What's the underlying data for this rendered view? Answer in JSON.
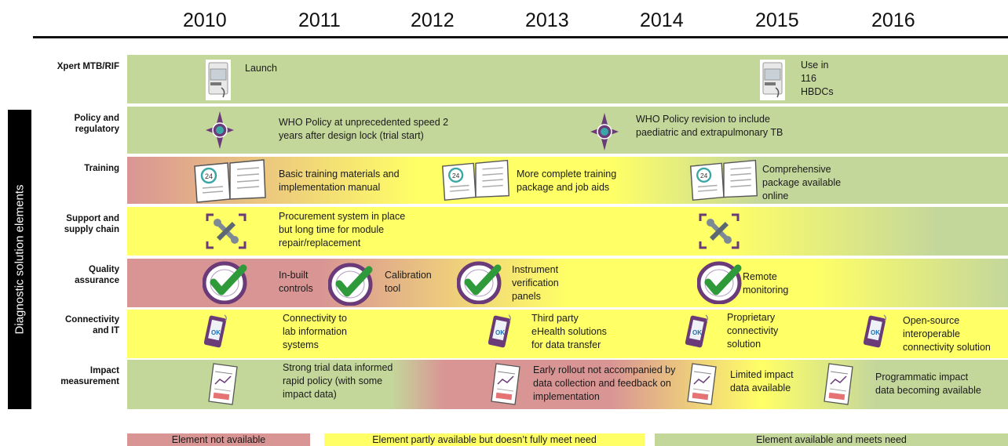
{
  "years": [
    "2010",
    "2011",
    "2012",
    "2013",
    "2014",
    "2015",
    "2016"
  ],
  "sidebar_title": "Diagnostic solution elements",
  "rows": {
    "xpert": {
      "label": "Xpert MTB/RIF",
      "notes": {
        "launch": "Launch",
        "use": "Use in\n116\nHBDCs"
      }
    },
    "policy": {
      "label": "Policy and\nregulatory",
      "notes": {
        "who_speed": "WHO Policy at unprecedented speed 2\nyears after design lock (trial start)",
        "who_revision": "WHO Policy revision to include\npaediatric and extrapulmonary TB"
      }
    },
    "training": {
      "label": "Training",
      "notes": {
        "basic": "Basic training materials and\nimplementation manual",
        "complete": "More complete training\npackage and job aids",
        "comprehensive": "Comprehensive\npackage available\nonline"
      }
    },
    "support": {
      "label": "Support and\nsupply chain",
      "notes": {
        "procurement": "Procurement system in place\nbut long time for module\nrepair/replacement"
      }
    },
    "quality": {
      "label": "Quality\nassurance",
      "notes": {
        "inbuilt": "In-built\ncontrols",
        "calibration": "Calibration\ntool",
        "verification": "Instrument\nverification\npanels",
        "remote": "Remote\nmonitoring"
      }
    },
    "connectivity": {
      "label": "Connectivity\nand IT",
      "notes": {
        "lab": "Connectivity to\nlab information\nsystems",
        "third_party": "Third party\neHealth solutions\nfor data transfer",
        "proprietary": "Proprietary\nconnectivity\nsolution",
        "open_source": "Open-source\ninteroperable\nconnectivity solution"
      }
    },
    "impact": {
      "label": "Impact\nmeasurement",
      "notes": {
        "strong": "Strong trial data informed\nrapid policy (with some\nimpact data)",
        "early": "Early rollout not accompanied by\ndata collection and feedback on\nimplementation",
        "limited": "Limited impact\ndata available",
        "programmatic": "Programmatic impact\ndata becoming available"
      }
    }
  },
  "legend": {
    "not_available": "Element not available",
    "partly": "Element partly available but doesn’t fully meet need",
    "available": "Element available and meets need"
  },
  "colors": {
    "red": "#d99594",
    "yellow": "#ffff66",
    "green": "#c4d79b",
    "icon_purple": "#6b3a78",
    "icon_teal": "#3aa6a6",
    "check_green": "#2e9a3a"
  },
  "icons": {
    "device": "genexpert-device-icon",
    "compass": "compass-icon",
    "book": "training-manual-icon",
    "tools": "tools-icon",
    "qa": "quality-assurance-badge-icon",
    "phone": "mobile-phone-icon",
    "report": "report-document-icon"
  }
}
